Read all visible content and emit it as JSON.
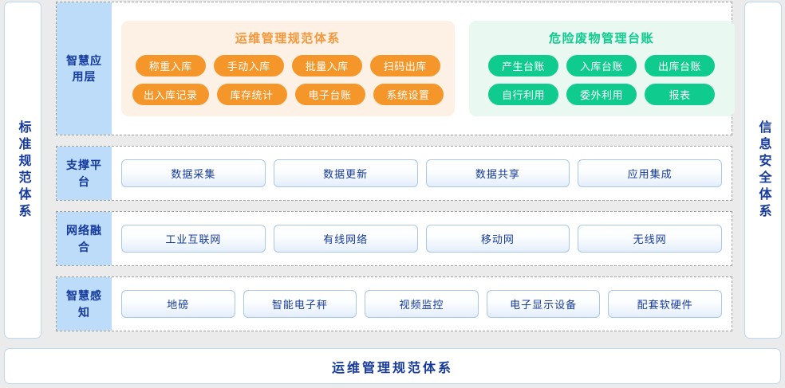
{
  "side_bars": {
    "left": {
      "label": "标准规范体系"
    },
    "right": {
      "label": "信息安全体系"
    }
  },
  "layers": [
    {
      "label": "智慧应用层",
      "panels": [
        {
          "title": "运维管理规范体系",
          "color": "#f5962a",
          "rows": [
            [
              "称重入库",
              "手动入库",
              "批量入库",
              "扫码出库"
            ],
            [
              "出入库记录",
              "库存统计",
              "电子台账",
              "系统设置"
            ]
          ]
        },
        {
          "title": "危险废物管理台账",
          "color": "#0fcb8d",
          "rows": [
            [
              "产生台账",
              "入库台账",
              "出库台账"
            ],
            [
              "自行利用",
              "委外利用",
              "报表"
            ]
          ]
        }
      ]
    },
    {
      "label": "支撑平台",
      "buttons": [
        "数据采集",
        "数据更新",
        "数据共享",
        "应用集成"
      ]
    },
    {
      "label": "网络融合",
      "buttons": [
        "工业互联网",
        "有线网络",
        "移动网",
        "无线网"
      ]
    },
    {
      "label": "智慧感知",
      "buttons": [
        "地磅",
        "智能电子秤",
        "视频监控",
        "电子显示设备",
        "配套软硬件"
      ]
    }
  ],
  "bottom_bar": {
    "label": "运维管理规范体系"
  },
  "colors": {
    "page_background": "#ebebeb",
    "label_cell": "#bcdcfa",
    "text_navy": "#163a9c",
    "accent_orange": "#f5962a",
    "accent_green": "#0fcb8d",
    "panel_orange_bg": "#fdf0e4",
    "panel_green_bg": "#eaf8f2"
  }
}
